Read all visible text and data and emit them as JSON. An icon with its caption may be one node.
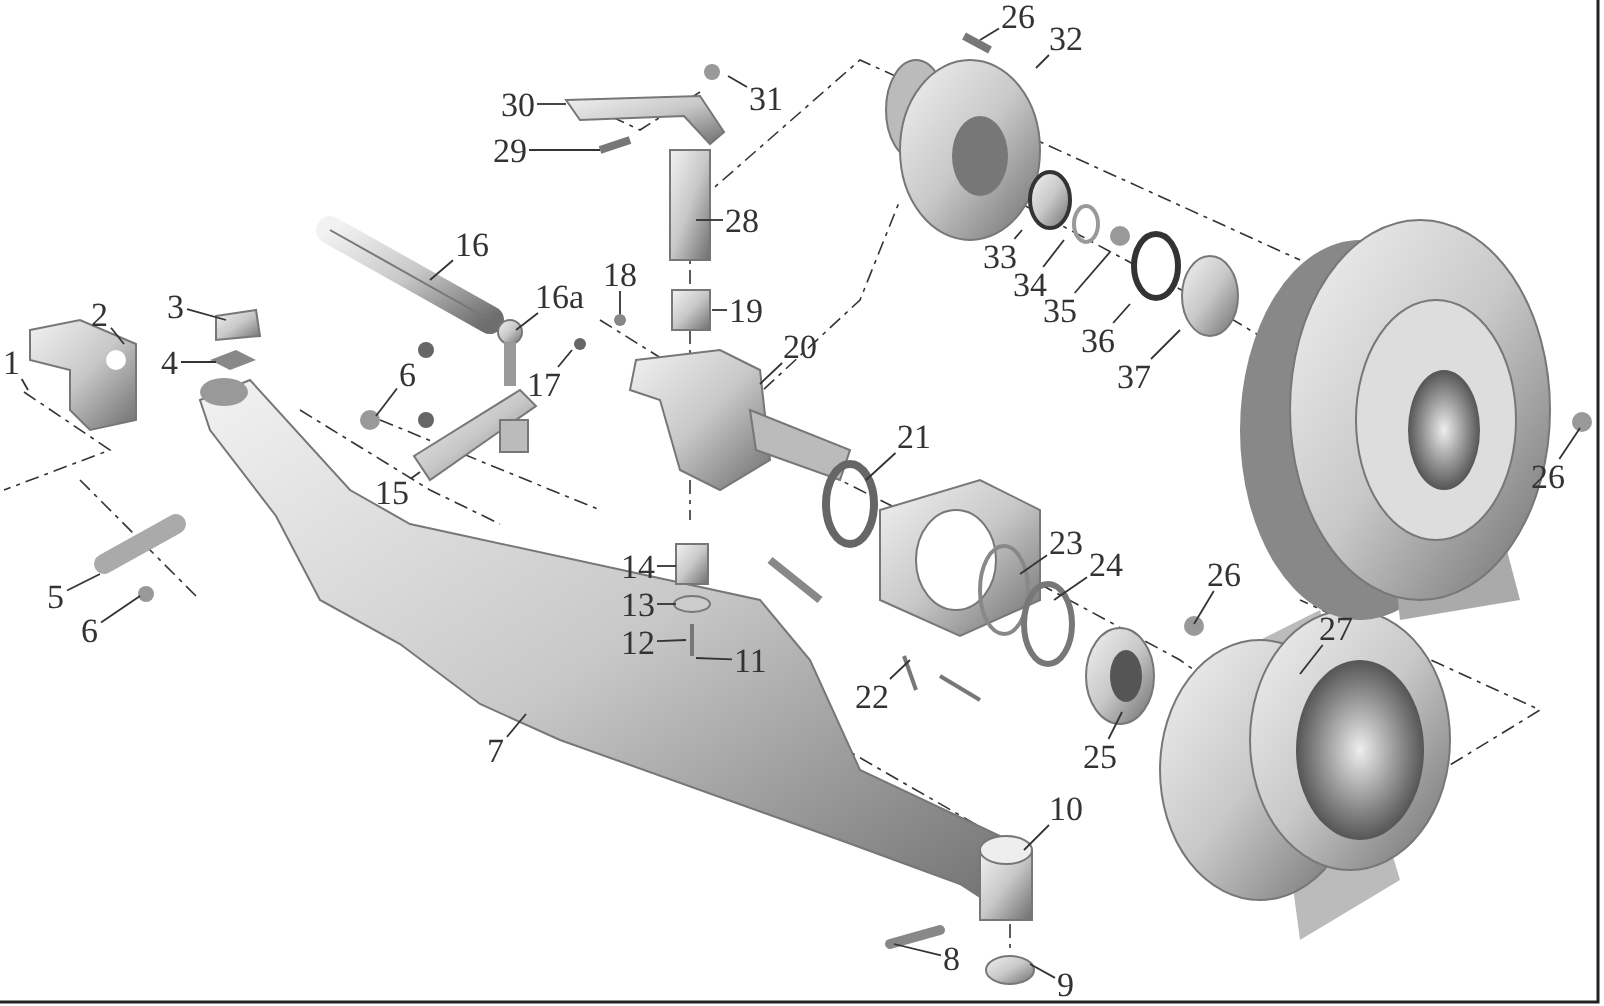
{
  "diagram": {
    "nodes": [
      {
        "text": [
          "1"
        ]
      },
      {
        "text": [
          "2"
        ]
      },
      {
        "text": [
          "3"
        ]
      },
      {
        "text": [
          "4"
        ]
      },
      {
        "text": [
          "5"
        ]
      },
      {
        "text": [
          "6"
        ]
      },
      {
        "text": [
          "6"
        ]
      },
      {
        "text": [
          "7"
        ]
      },
      {
        "text": [
          "8"
        ]
      },
      {
        "text": [
          "9"
        ]
      },
      {
        "text": [
          "10"
        ]
      },
      {
        "text": [
          "11"
        ]
      },
      {
        "text": [
          "12"
        ]
      },
      {
        "text": [
          "13"
        ]
      },
      {
        "text": [
          "14"
        ]
      },
      {
        "text": [
          "15"
        ]
      },
      {
        "text": [
          "16"
        ]
      },
      {
        "text": [
          "16a"
        ]
      },
      {
        "text": [
          "17"
        ]
      },
      {
        "text": [
          "18"
        ]
      },
      {
        "text": [
          "19"
        ]
      },
      {
        "text": [
          "20"
        ]
      },
      {
        "text": [
          "21"
        ]
      },
      {
        "text": [
          "22"
        ]
      },
      {
        "text": [
          "23"
        ]
      },
      {
        "text": [
          "24"
        ]
      },
      {
        "text": [
          "25"
        ]
      },
      {
        "text": [
          "26"
        ]
      },
      {
        "text": [
          "26"
        ]
      },
      {
        "text": [
          "26"
        ]
      },
      {
        "text": [
          "27"
        ]
      },
      {
        "text": [
          "28"
        ]
      },
      {
        "text": [
          "29"
        ]
      },
      {
        "text": [
          "30"
        ]
      },
      {
        "text": [
          "31"
        ]
      },
      {
        "text": [
          "32"
        ]
      },
      {
        "text": [
          "33"
        ]
      },
      {
        "text": [
          "34"
        ]
      },
      {
        "text": [
          "35"
        ]
      },
      {
        "text": [
          "36"
        ]
      },
      {
        "text": [
          "37"
        ]
      }
    ],
    "edges": [
      {
        "from": 0,
        "to": null,
        "arrow": "none"
      },
      {
        "from": 1,
        "to": null,
        "arrow": "none"
      },
      {
        "from": 2,
        "to": null,
        "arrow": "none"
      },
      {
        "from": 3,
        "to": null,
        "arrow": "none"
      },
      {
        "from": 4,
        "to": null,
        "arrow": "none"
      },
      {
        "from": 5,
        "to": null,
        "arrow": "none"
      },
      {
        "from": 6,
        "to": null,
        "arrow": "none"
      },
      {
        "from": 7,
        "to": null,
        "arrow": "none"
      },
      {
        "from": 8,
        "to": null,
        "arrow": "none"
      },
      {
        "from": 9,
        "to": null,
        "arrow": "none"
      },
      {
        "from": 10,
        "to": null,
        "arrow": "none"
      },
      {
        "from": 11,
        "to": null,
        "arrow": "none"
      },
      {
        "from": 12,
        "to": null,
        "arrow": "none"
      },
      {
        "from": 13,
        "to": null,
        "arrow": "none"
      },
      {
        "from": 14,
        "to": null,
        "arrow": "none"
      },
      {
        "from": 15,
        "to": null,
        "arrow": "none"
      },
      {
        "from": 16,
        "to": null,
        "arrow": "none"
      },
      {
        "from": 17,
        "to": null,
        "arrow": "none"
      },
      {
        "from": 18,
        "to": null,
        "arrow": "none"
      },
      {
        "from": 19,
        "to": null,
        "arrow": "none"
      },
      {
        "from": 20,
        "to": null,
        "arrow": "none"
      },
      {
        "from": 21,
        "to": null,
        "arrow": "none"
      },
      {
        "from": 22,
        "to": null,
        "arrow": "none"
      },
      {
        "from": 23,
        "to": null,
        "arrow": "none"
      },
      {
        "from": 24,
        "to": null,
        "arrow": "none"
      },
      {
        "from": 25,
        "to": null,
        "arrow": "none"
      },
      {
        "from": 26,
        "to": null,
        "arrow": "none"
      },
      {
        "from": 27,
        "to": null,
        "arrow": "none"
      },
      {
        "from": 28,
        "to": null,
        "arrow": "none"
      },
      {
        "from": 29,
        "to": null,
        "arrow": "none"
      },
      {
        "from": 30,
        "to": null,
        "arrow": "none"
      },
      {
        "from": 31,
        "to": null,
        "arrow": "none"
      },
      {
        "from": 32,
        "to": null,
        "arrow": "none"
      },
      {
        "from": 33,
        "to": null,
        "arrow": "none"
      },
      {
        "from": 34,
        "to": null,
        "arrow": "none"
      },
      {
        "from": 35,
        "to": null,
        "arrow": "none"
      },
      {
        "from": 36,
        "to": null,
        "arrow": "none"
      },
      {
        "from": 37,
        "to": null,
        "arrow": "none"
      },
      {
        "from": 38,
        "to": null,
        "arrow": "none"
      },
      {
        "from": 39,
        "to": null,
        "arrow": "none"
      },
      {
        "from": 40,
        "to": null,
        "arrow": "none"
      }
    ]
  }
}
